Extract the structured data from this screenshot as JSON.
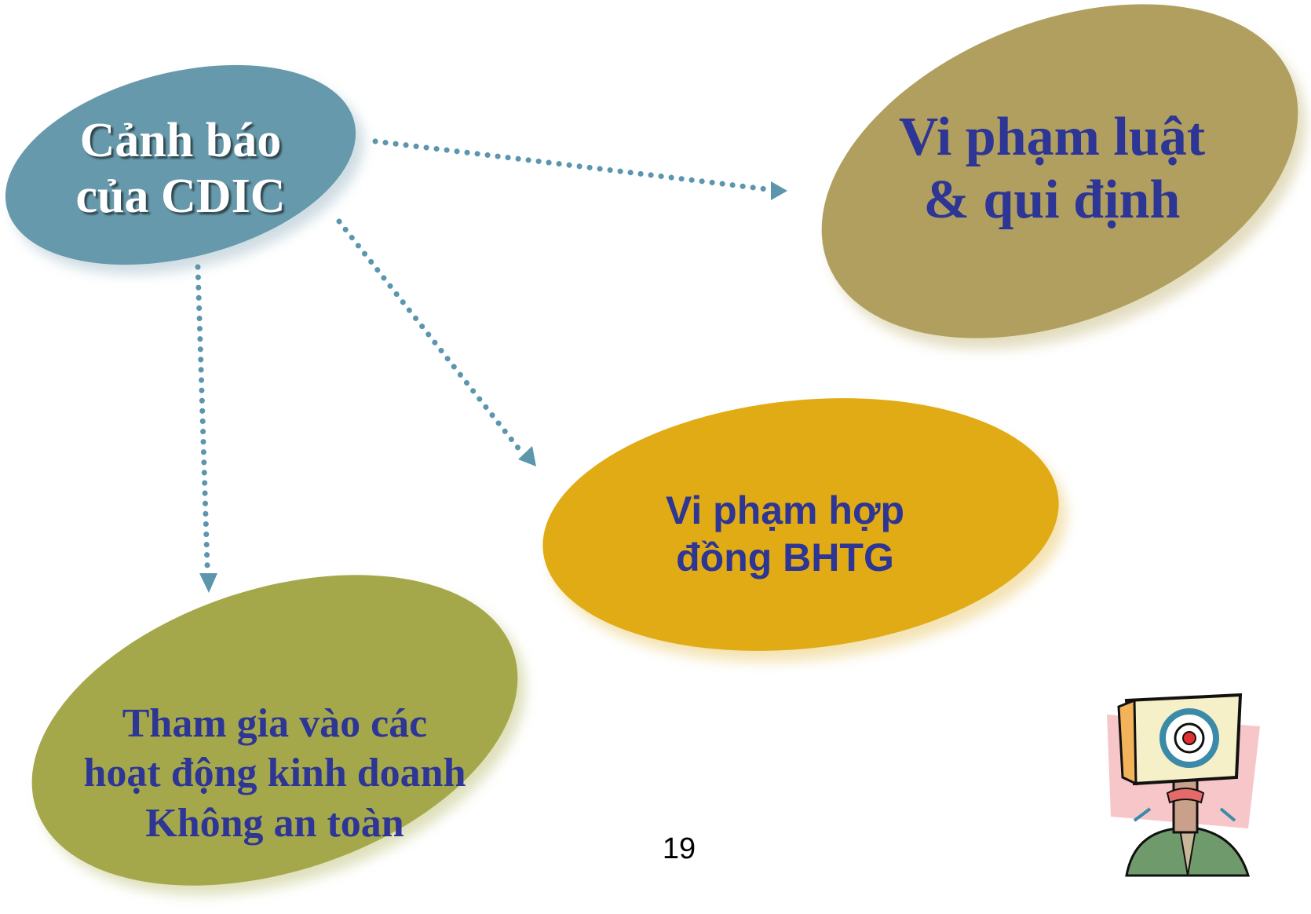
{
  "diagram": {
    "nodes": {
      "cdic": {
        "line1": "Cảnh báo",
        "line2": "của CDIC",
        "color": "#6699ab"
      },
      "law": {
        "line1": "Vi phạm luật",
        "line2": "& qui định",
        "color": "#b09f5e"
      },
      "contract": {
        "line1": "Vi phạm hợp",
        "line2": "đồng BHTG",
        "color": "#e0ab14"
      },
      "unsafe": {
        "line1": "Tham gia vào các",
        "line2": "hoạt động kinh doanh",
        "line3": "Không an toàn",
        "color": "#a4a84a"
      }
    },
    "edges": [
      {
        "from": "cdic",
        "to": "law"
      },
      {
        "from": "cdic",
        "to": "contract"
      },
      {
        "from": "cdic",
        "to": "unsafe"
      }
    ],
    "edge_color": "#5b96ad",
    "text_color": "#2d3595"
  },
  "page_number": "19",
  "clipart": {
    "icon": "blindfolded-person-with-target-sign-icon"
  }
}
